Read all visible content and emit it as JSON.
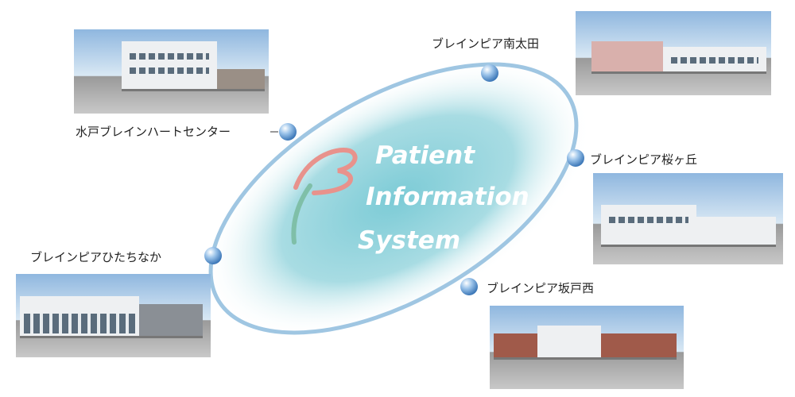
{
  "title": {
    "line1": "Patient",
    "line2": "Information",
    "line3": "System"
  },
  "facilities": [
    {
      "name": "水戸ブレインハートセンター"
    },
    {
      "name": "ブレインピア南太田"
    },
    {
      "name": "ブレインピア桜ヶ丘"
    },
    {
      "name": "ブレインピア坂戸西"
    },
    {
      "name": "ブレインピアひたちなか"
    }
  ],
  "colors": {
    "ring": "#9fc6e2",
    "glow": "#8fd0da",
    "logo_red": "#e8928c",
    "logo_green": "#7fbfa8"
  }
}
